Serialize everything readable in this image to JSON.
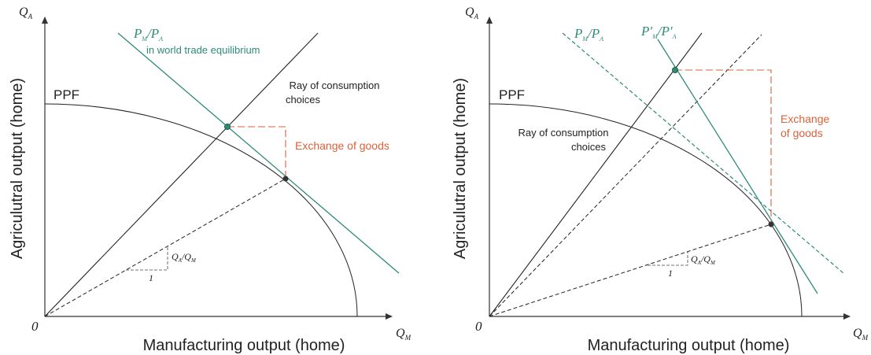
{
  "panels": [
    {
      "axis_y": "Q",
      "axis_y_sub": "A",
      "axis_x": "Q",
      "axis_x_sub": "M",
      "origin": "0",
      "ylabel": "Agriculutral output (home)",
      "xlabel": "Manufacturing output (home)",
      "ppf_label": "PPF",
      "price_label_a": "P",
      "price_label_a_sub": "M",
      "price_label_sep": "/P",
      "price_label_b_sub": "A",
      "price_note": "in world trade equilibrium",
      "ray_label": [
        "Ray of consumption",
        "choices"
      ],
      "exchange_label": [
        "Exchange of goods"
      ],
      "slope_ratio_a": "Q",
      "slope_ratio_a_sub": "A",
      "slope_ratio_sep": "/Q",
      "slope_ratio_b_sub": "M",
      "slope_run": "1"
    },
    {
      "axis_y": "Q",
      "axis_y_sub": "A",
      "axis_x": "Q",
      "axis_x_sub": "M",
      "origin": "0",
      "ylabel": "Agriculutral output (home)",
      "xlabel": "Manufacturing output (home)",
      "ppf_label": "PPF",
      "price_label_a": "P",
      "price_label_a_sub": "M",
      "price_label_sep": "/P",
      "price_label_b_sub": "A",
      "price2_label_a": "P′",
      "price2_label_a_sub": "M",
      "price2_label_sep": "/P′",
      "price2_label_b_sub": "A",
      "ray_label": [
        "Ray of consumption",
        "choices"
      ],
      "exchange_label": [
        "Exchange",
        "of goods"
      ],
      "slope_ratio_a": "Q",
      "slope_ratio_a_sub": "A",
      "slope_ratio_sep": "/Q",
      "slope_ratio_b_sub": "M",
      "slope_run": "1"
    }
  ],
  "colors": {
    "price_line": "#2e8b78",
    "exchange": "#d9623b",
    "ink": "#222222"
  }
}
